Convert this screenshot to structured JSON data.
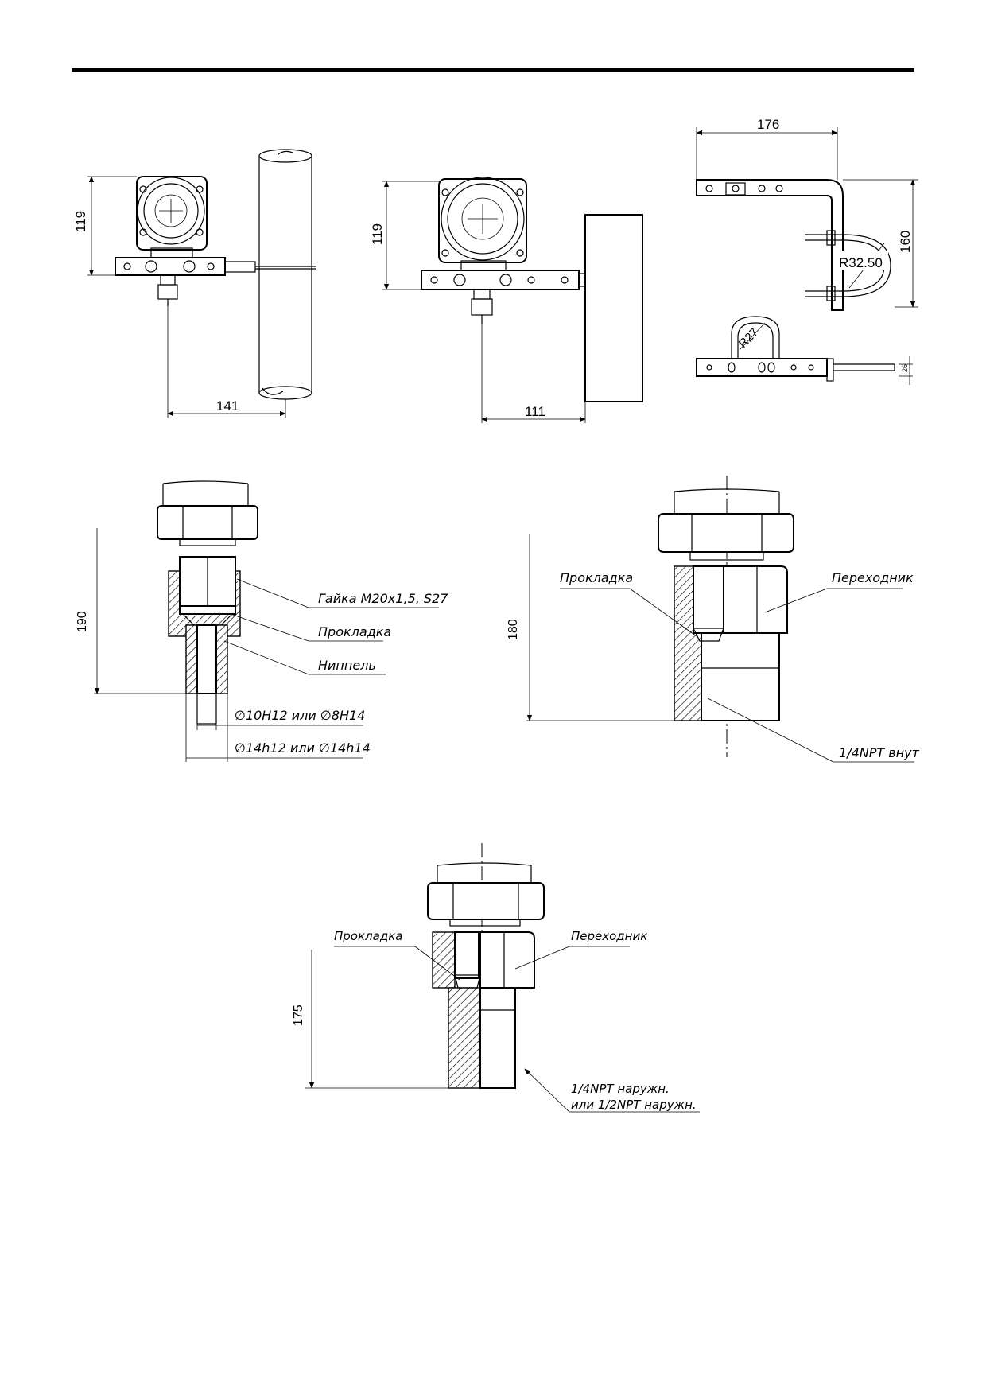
{
  "top_view_left": {
    "height_dim": "119",
    "width_dim": "141"
  },
  "top_view_middle": {
    "height_dim": "119",
    "width_dim": "111"
  },
  "bracket_view": {
    "width_dim": "176",
    "height_dim": "160",
    "radius_large": "R32.50",
    "radius_small": "R27",
    "thickness_dim": "26"
  },
  "nipple_fitting": {
    "height_dim": "190",
    "label_nut": "Гайка М20х1,5, S27",
    "label_gasket": "Прокладка",
    "label_nipple": "Ниппель",
    "label_inner_dia": "∅10H12 или ∅8H14",
    "label_outer_dia": "∅14h12 или ∅14h14"
  },
  "adapter_internal": {
    "height_dim": "180",
    "label_gasket": "Прокладка",
    "label_adapter": "Переходник",
    "label_thread": "1/4NPT внут"
  },
  "adapter_external": {
    "height_dim": "175",
    "label_gasket": "Прокладка",
    "label_adapter": "Переходник",
    "label_thread_1": "1/4NPT наружн.",
    "label_thread_2": "или 1/2NPT наружн."
  }
}
